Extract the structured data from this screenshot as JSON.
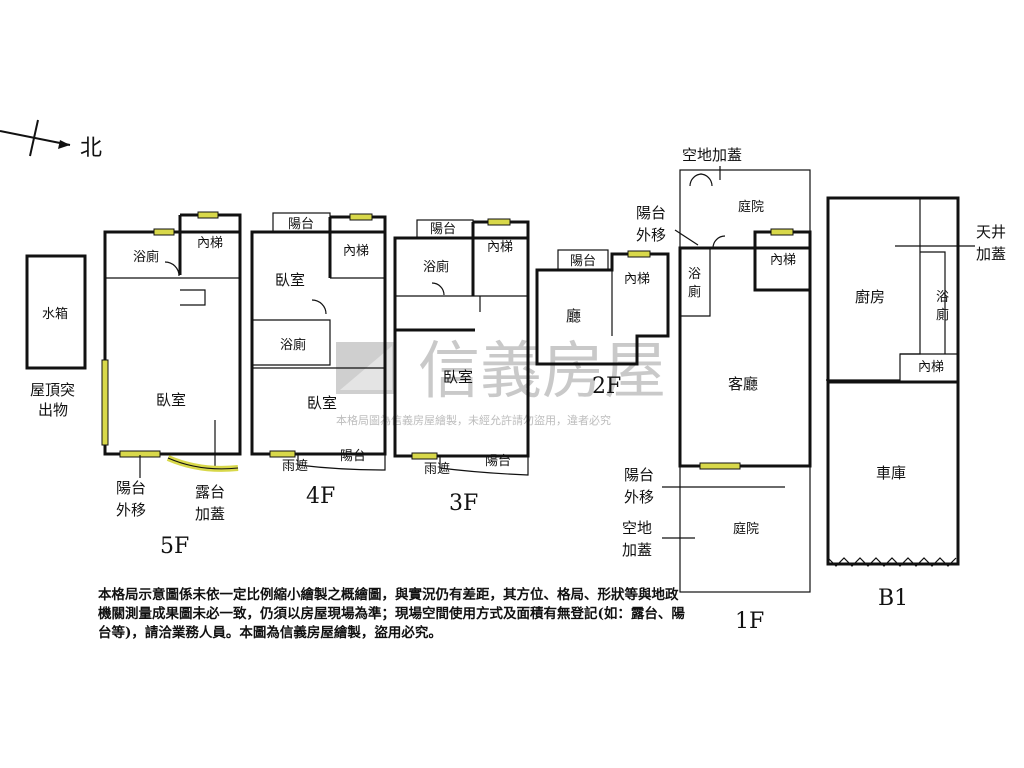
{
  "compass": {
    "label": "北"
  },
  "watermark": {
    "brand": "信義房屋",
    "notice": "本格局圖為信義房屋繪製，未經允許請勿盜用，違者必究"
  },
  "rooftop": {
    "tank": "水箱",
    "caption_line1": "屋頂突",
    "caption_line2": "出物"
  },
  "floor5": {
    "label": "5F",
    "bath": "浴廁",
    "stair": "內梯",
    "bedroom": "臥室",
    "balcony_l1": "陽台",
    "balcony_l2": "外移",
    "terrace_l1": "露台",
    "terrace_l2": "加蓋"
  },
  "floor4": {
    "label": "4F",
    "balcony": "陽台",
    "stair": "內梯",
    "bedroom1": "臥室",
    "bath": "浴廁",
    "bedroom2": "臥室",
    "canopy": "雨遮",
    "balcony2": "陽台"
  },
  "floor3": {
    "label": "3F",
    "balcony": "陽台",
    "stair": "內梯",
    "bath": "浴廁",
    "bedroom": "臥室",
    "canopy": "雨遮",
    "balcony2": "陽台"
  },
  "floor2": {
    "label": "2F",
    "balcony": "陽台",
    "stair": "內梯",
    "hall": "廳"
  },
  "floor1": {
    "label": "1F",
    "top_l1": "空地加蓋",
    "courtyard_top": "庭院",
    "balcony_move_l1": "陽台",
    "balcony_move_l2": "外移",
    "bath_l1": "浴",
    "bath_l2": "廁",
    "stair": "內梯",
    "living": "客廳",
    "balcony2_l1": "陽台",
    "balcony2_l2": "外移",
    "open_l1": "空地",
    "open_l2": "加蓋",
    "courtyard_bottom": "庭院"
  },
  "b1": {
    "label": "B1",
    "skylight_l1": "天井",
    "skylight_l2": "加蓋",
    "kitchen": "廚房",
    "bath_l1": "浴",
    "bath_l2": "廁",
    "stair": "內梯",
    "garage": "車庫"
  },
  "disclaimer": "本格局示意圖係未依一定比例縮小繪製之概繪圖，與實況仍有差距，其方位、格局、形狀等與地政機關測量成果圖未必一致，仍須以房屋現場為準；現場空間使用方式及面積有無登記(如：露台、陽台等)，請洽業務人員。本圖為信義房屋繪製，盜用必究。",
  "colors": {
    "wall": "#111111",
    "window": "#d8d84a",
    "watermark": "#c9c9c9"
  }
}
